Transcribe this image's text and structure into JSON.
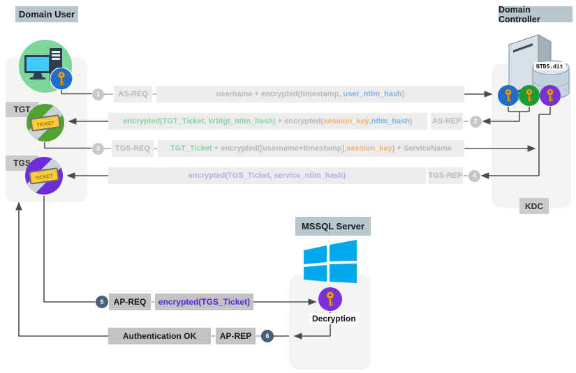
{
  "actors": {
    "domain_user": {
      "label": "Domain User"
    },
    "domain_controller": {
      "label": "Domain Controller"
    },
    "kdc": {
      "label": "KDC"
    },
    "ntds": {
      "label": "NTDS.dit"
    },
    "tgt": {
      "label": "TGT",
      "ticket_text": "TICKET"
    },
    "tgs": {
      "label": "TGS",
      "ticket_text": "TICKET"
    },
    "mssql": {
      "label": "MSSQL Server"
    },
    "decryption": {
      "label": "Decryption"
    }
  },
  "flows": [
    {
      "step": "1",
      "label": "AS-REQ",
      "segments": [
        {
          "text": "username + encrypted(timestamp, ",
          "color": "gray"
        },
        {
          "text": "user_ntlm_hash",
          "color": "blue"
        },
        {
          "text": ")",
          "color": "gray"
        }
      ]
    },
    {
      "step": "2",
      "label": "AS-REP",
      "segments": [
        {
          "text": "encrypted(TGT_Ticket, krbtgt_ntlm_hash)",
          "color": "green"
        },
        {
          "text": " + encrypted(",
          "color": "gray"
        },
        {
          "text": "session_key",
          "color": "orange"
        },
        {
          "text": ",",
          "color": "gray"
        },
        {
          "text": "ntlm_hash",
          "color": "blue"
        },
        {
          "text": ")",
          "color": "gray"
        }
      ]
    },
    {
      "step": "3",
      "label": "TGS-REQ",
      "segments": [
        {
          "text": "TGT_Ticket",
          "color": "green"
        },
        {
          "text": " + encrypted([username+timestamp],",
          "color": "gray"
        },
        {
          "text": "session_key",
          "color": "orange"
        },
        {
          "text": ") + ServiceName",
          "color": "gray"
        }
      ]
    },
    {
      "step": "4",
      "label": "TGS-REP",
      "segments": [
        {
          "text": "encrypted(TGS_Ticket, service_ntlm_hash)",
          "color": "purple-light"
        }
      ]
    },
    {
      "step": "5",
      "label": "AP-REQ",
      "segments": [
        {
          "text": "encrypted(TGS_Ticket)",
          "color": "purple-bold"
        }
      ]
    },
    {
      "step": "6",
      "label": "AP-REP",
      "result": "Authentication OK"
    }
  ],
  "colors": {
    "header_bg": "#b8c6cd",
    "tag_bg": "#cbcbcb",
    "row_light_bg": "#ececec",
    "row_dark_bg": "#c3c3c3",
    "text_gray": "#b9b9b9",
    "text_green": "#8bd4a1",
    "text_orange": "#f4b173",
    "text_blue": "#7cb6e8",
    "text_purple_light": "#c4a6ed",
    "text_purple_bold": "#5526d9",
    "step_circle_light": "#c7c7c7",
    "step_circle_dark": "#46607a",
    "user_circle": "#7fd69b",
    "key_blue": "#1d6ecd",
    "key_green": "#16a034",
    "key_purple": "#7a2fd8",
    "tgt_circle": "#52a233",
    "tgs_circle": "#6e2bd9",
    "windows_blue": "#00a9ec",
    "arrow": "#4f4f4f"
  }
}
